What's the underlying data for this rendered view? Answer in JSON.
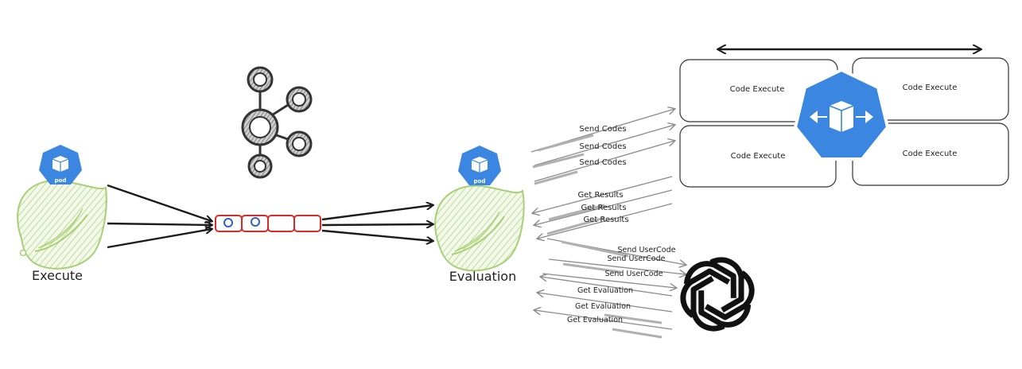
{
  "nodes": {
    "execute": {
      "label": "Execute",
      "badge": "pod"
    },
    "evaluation": {
      "label": "Evaluation",
      "badge": "pod"
    }
  },
  "queue": {
    "cells": 4,
    "marked_cells": 2
  },
  "executors": {
    "boxes": [
      "Code Execute",
      "Code Execute",
      "Code Execute",
      "Code Execute"
    ]
  },
  "arrows": {
    "send_codes": [
      "Send Codes",
      "Send Codes",
      "Send Codes"
    ],
    "get_results": [
      "Get Results",
      "Get Results",
      "Get Results"
    ],
    "send_usercode": [
      "Send UserCode",
      "Send UserCode",
      "Send UserCode"
    ],
    "get_evaluation": [
      "Get Evaluation",
      "Get Evaluation",
      "Get Evaluation"
    ]
  },
  "icons": {
    "spring": "spring-leaf-icon",
    "pod": "kubernetes-pod-icon",
    "kafka": "kafka-icon",
    "k8s": "kubernetes-deployment-icon",
    "openai": "openai-icon"
  },
  "colors": {
    "k8s_blue": "#3a86e0",
    "spring_green": "#8ec05a",
    "queue_red": "#d52b2b",
    "queue_dot": "#2f62c9"
  }
}
